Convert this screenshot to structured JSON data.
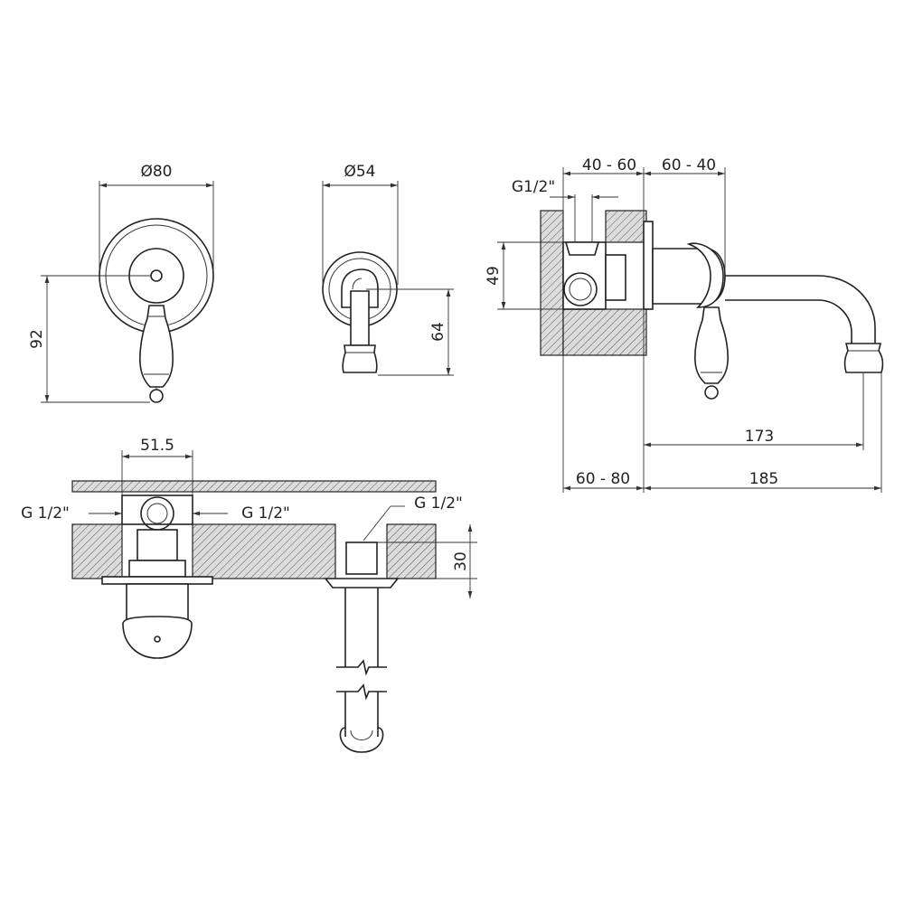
{
  "dimensions": {
    "top_plate_diameter": "Ø80",
    "top_plate_height": "92",
    "top_spout_diameter": "Ø54",
    "top_spout_height": "64",
    "side_g12": "G1/2\"",
    "side_40_60": "40 - 60",
    "side_60_40": "60 - 40",
    "side_49": "49",
    "side_173": "173",
    "side_185": "185",
    "side_60_80": "60 - 80",
    "plan_51_5": "51.5",
    "plan_g12_left": "G 1/2\"",
    "plan_g12_right": "G 1/2\"",
    "plan_g12_spout": "G 1/2\"",
    "plan_30": "30"
  }
}
